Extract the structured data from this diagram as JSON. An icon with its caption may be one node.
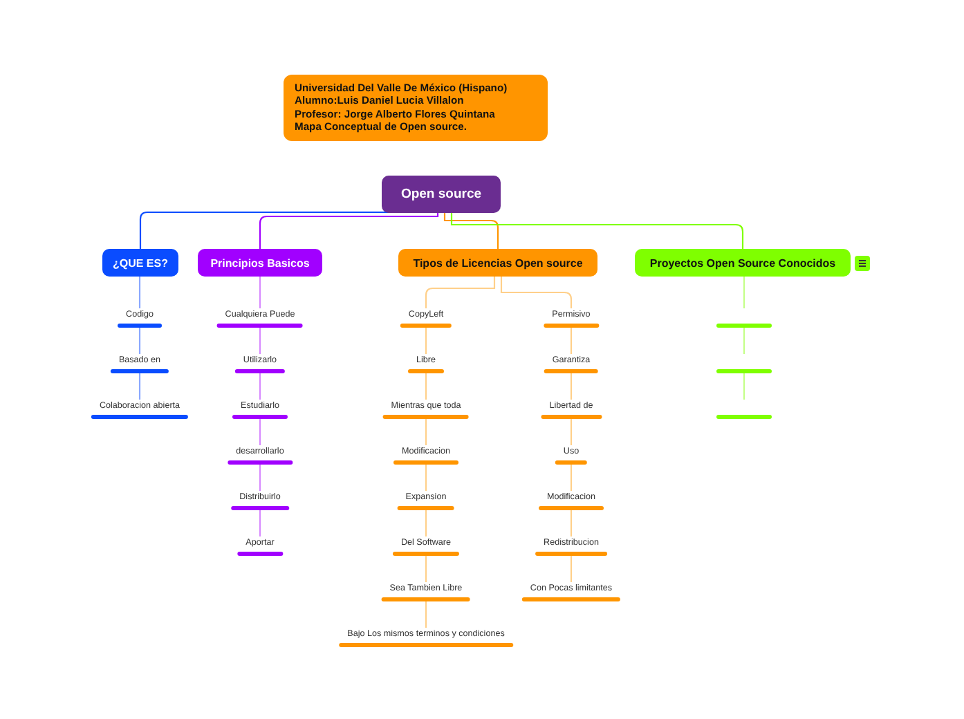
{
  "diagram": {
    "nodes": [
      {
        "text": [
          "Universidad Del Valle De México (Hispano)",
          "Alumno:Luis Daniel Lucia Villalon",
          "Profesor: Jorge Alberto Flores Quintana",
          "Mapa Conceptual de Open source."
        ]
      },
      {
        "text": [
          "Open source"
        ]
      },
      {
        "text": [
          "¿QUE ES?"
        ]
      },
      {
        "text": [
          "Principios Basicos"
        ]
      },
      {
        "text": [
          "Tipos de Licencias Open source"
        ]
      },
      {
        "text": [
          "Proyectos Open Source Conocidos"
        ]
      },
      {
        "text": [
          "Codigo"
        ]
      },
      {
        "text": [
          "Basado en"
        ]
      },
      {
        "text": [
          "Colaboracion abierta"
        ]
      },
      {
        "text": [
          "Cualquiera Puede"
        ]
      },
      {
        "text": [
          "Utilizarlo"
        ]
      },
      {
        "text": [
          "Estudiarlo"
        ]
      },
      {
        "text": [
          "desarrollarlo"
        ]
      },
      {
        "text": [
          "Distribuirlo"
        ]
      },
      {
        "text": [
          "Aportar"
        ]
      },
      {
        "text": [
          "CopyLeft"
        ]
      },
      {
        "text": [
          "Libre"
        ]
      },
      {
        "text": [
          "Mientras que toda"
        ]
      },
      {
        "text": [
          "Modificacion"
        ]
      },
      {
        "text": [
          "Expansion"
        ]
      },
      {
        "text": [
          "Del Software"
        ]
      },
      {
        "text": [
          "Sea Tambien Libre"
        ]
      },
      {
        "text": [
          "Bajo Los mismos terminos y condiciones"
        ]
      },
      {
        "text": [
          "Permisivo"
        ]
      },
      {
        "text": [
          "Garantiza"
        ]
      },
      {
        "text": [
          "Libertad de"
        ]
      },
      {
        "text": [
          "Uso"
        ]
      },
      {
        "text": [
          "Modificacion"
        ]
      },
      {
        "text": [
          "Redistribucion"
        ]
      },
      {
        "text": [
          "Con Pocas limitantes"
        ]
      },
      {
        "text": [],
        "shape": "bar"
      },
      {
        "text": [],
        "shape": "bar"
      },
      {
        "text": [],
        "shape": "bar"
      }
    ],
    "edges": [
      {
        "from": 1,
        "to": 2,
        "arrow": "none",
        "color": "#0a4cff"
      },
      {
        "from": 1,
        "to": 3,
        "arrow": "none",
        "color": "#a100ff"
      },
      {
        "from": 1,
        "to": 4,
        "arrow": "none",
        "color": "#ff9500"
      },
      {
        "from": 1,
        "to": 5,
        "arrow": "none",
        "color": "#7fff00"
      },
      {
        "from": 2,
        "to": 6,
        "arrow": "none",
        "color": "#8aa8ff"
      },
      {
        "from": 6,
        "to": 7,
        "arrow": "none",
        "color": "#8aa8ff"
      },
      {
        "from": 7,
        "to": 8,
        "arrow": "none",
        "color": "#8aa8ff"
      },
      {
        "from": 3,
        "to": 9,
        "arrow": "none",
        "color": "#d88aff"
      },
      {
        "from": 9,
        "to": 10,
        "arrow": "none",
        "color": "#d88aff"
      },
      {
        "from": 10,
        "to": 11,
        "arrow": "none",
        "color": "#d88aff"
      },
      {
        "from": 11,
        "to": 12,
        "arrow": "none",
        "color": "#d88aff"
      },
      {
        "from": 12,
        "to": 13,
        "arrow": "none",
        "color": "#d88aff"
      },
      {
        "from": 13,
        "to": 14,
        "arrow": "none",
        "color": "#d88aff"
      },
      {
        "from": 4,
        "to": 15,
        "arrow": "none",
        "color": "#ffd08a"
      },
      {
        "from": 15,
        "to": 16,
        "arrow": "none",
        "color": "#ffd08a"
      },
      {
        "from": 16,
        "to": 17,
        "arrow": "none",
        "color": "#ffd08a"
      },
      {
        "from": 17,
        "to": 18,
        "arrow": "none",
        "color": "#ffd08a"
      },
      {
        "from": 18,
        "to": 19,
        "arrow": "none",
        "color": "#ffd08a"
      },
      {
        "from": 19,
        "to": 20,
        "arrow": "none",
        "color": "#ffd08a"
      },
      {
        "from": 20,
        "to": 21,
        "arrow": "none",
        "color": "#ffd08a"
      },
      {
        "from": 21,
        "to": 22,
        "arrow": "none",
        "color": "#ffd08a"
      },
      {
        "from": 4,
        "to": 23,
        "arrow": "none",
        "color": "#ffd08a"
      },
      {
        "from": 23,
        "to": 24,
        "arrow": "none",
        "color": "#ffd08a"
      },
      {
        "from": 24,
        "to": 25,
        "arrow": "none",
        "color": "#ffd08a"
      },
      {
        "from": 25,
        "to": 26,
        "arrow": "none",
        "color": "#ffd08a"
      },
      {
        "from": 26,
        "to": 27,
        "arrow": "none",
        "color": "#ffd08a"
      },
      {
        "from": 27,
        "to": 28,
        "arrow": "none",
        "color": "#ffd08a"
      },
      {
        "from": 28,
        "to": 29,
        "arrow": "none",
        "color": "#ffd08a"
      },
      {
        "from": 5,
        "to": 30,
        "arrow": "none",
        "color": "#c4ff88"
      },
      {
        "from": 30,
        "to": 31,
        "arrow": "none",
        "color": "#c4ff88"
      },
      {
        "from": 31,
        "to": 32,
        "arrow": "none",
        "color": "#c4ff88"
      }
    ]
  }
}
